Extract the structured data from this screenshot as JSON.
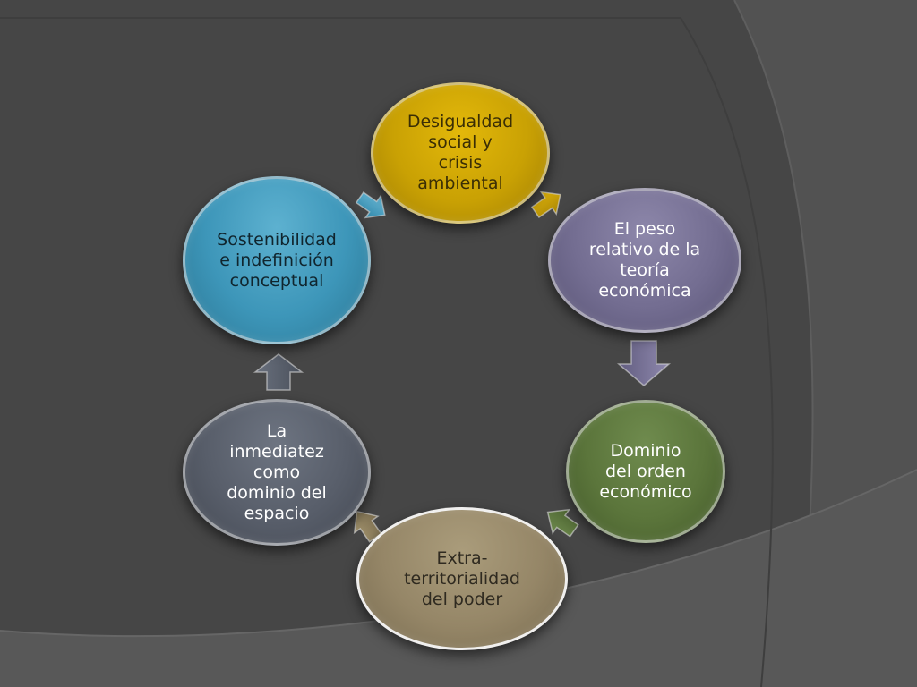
{
  "diagram": {
    "colors": {
      "background": "#464646",
      "node_yellow": "#c9a104",
      "node_purple": "#736d91",
      "node_green": "#5b753b",
      "node_tan": "#958667",
      "node_slate": "#585e6a",
      "node_blue": "#3d96b9"
    },
    "nodes": [
      {
        "id": "n1",
        "label": "Desigualdad\nsocial y\ncrisis\nambiental"
      },
      {
        "id": "n2",
        "label": "El peso\nrelativo de la\nteoría\neconómica"
      },
      {
        "id": "n3",
        "label": "Dominio\ndel orden\neconómico"
      },
      {
        "id": "n4",
        "label": "Extra-\nterritorialidad\ndel poder"
      },
      {
        "id": "n5",
        "label": "La\ninmediatez\ncomo\ndominio del\nespacio"
      },
      {
        "id": "n6",
        "label": "Sostenibilidad\ne indefinición\nconceptual"
      }
    ],
    "connectors": [
      {
        "from": "n1",
        "to": "n2",
        "icon": "arrow-icon"
      },
      {
        "from": "n2",
        "to": "n3",
        "icon": "arrow-down-icon"
      },
      {
        "from": "n3",
        "to": "n4",
        "icon": "arrow-icon"
      },
      {
        "from": "n4",
        "to": "n5",
        "icon": "arrow-icon"
      },
      {
        "from": "n5",
        "to": "n6",
        "icon": "arrow-up-icon"
      },
      {
        "from": "n6",
        "to": "n1",
        "icon": "arrow-icon"
      }
    ]
  }
}
